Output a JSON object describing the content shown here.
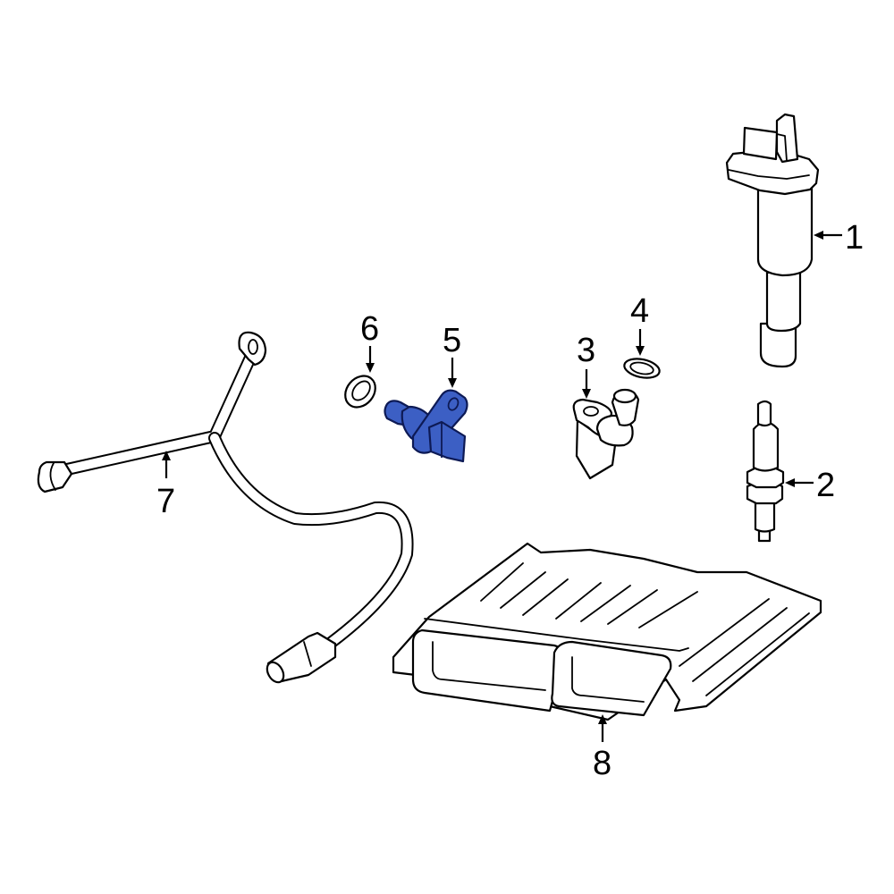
{
  "diagram": {
    "highlight_color": "#3c5fc4",
    "callouts": [
      {
        "id": "1",
        "label": "1",
        "part": "ignition-coil"
      },
      {
        "id": "2",
        "label": "2",
        "part": "spark-plug"
      },
      {
        "id": "3",
        "label": "3",
        "part": "sensor"
      },
      {
        "id": "4",
        "label": "4",
        "part": "o-ring"
      },
      {
        "id": "5",
        "label": "5",
        "part": "camshaft-position-sensor",
        "highlighted": true
      },
      {
        "id": "6",
        "label": "6",
        "part": "o-ring"
      },
      {
        "id": "7",
        "label": "7",
        "part": "knock-sensor-harness"
      },
      {
        "id": "8",
        "label": "8",
        "part": "engine-control-module"
      }
    ]
  }
}
